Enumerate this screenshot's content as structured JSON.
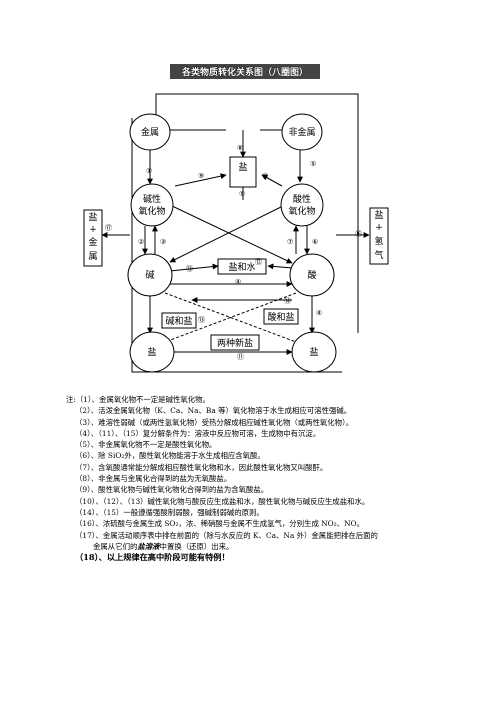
{
  "diagram": {
    "title": "各类物质转化关系图（八圈图）",
    "nodes": {
      "metal": "金属",
      "nonmetal": "非金属",
      "salt_top": "盐",
      "basic_oxide": [
        "碱性",
        "氧化物"
      ],
      "acidic_oxide": [
        "酸性",
        "氧化物"
      ],
      "base": "碱",
      "acid": "酸",
      "salt_water": "盐和水",
      "base_salt": "碱和盐",
      "acid_salt": "酸和盐",
      "two_new_salts": "两种新盐",
      "salt_left": "盐",
      "salt_right": "盐",
      "side_left": [
        "盐",
        "+",
        "金",
        "属"
      ],
      "side_right": [
        "盐",
        "+",
        "氢",
        "气"
      ]
    },
    "labels": [
      "①",
      "②",
      "③",
      "④",
      "⑤",
      "⑥",
      "⑦",
      "⑧",
      "⑨",
      "⑩",
      "⑪",
      "⑫",
      "⑬",
      "⑭",
      "⑮",
      "⑯",
      "⑰"
    ]
  },
  "notes": [
    "注:（1）、金属氧化物不一定是碱性氧化物。",
    "（2）、活泼金属氧化物（K、Ca、Na、Ba 等）氧化物溶于水生成相应可溶性强碱。",
    "（3）、难溶性弱碱（或两性氢氧化物）受热分解成相应碱性氧化物（或两性氧化物）。",
    "（4）、（11）、（15）复分解条件为：溶液中反应物可溶，生成物中有沉淀。",
    "（5）、非金属氧化物不一定是酸性氧化物。",
    "（6）、除 SiO₂外，酸性氧化物能溶于水生成相应含氧酸。",
    "（7）、含氧酸通常能分解成相应酸性氧化物和水，因此酸性氧化物又叫酸酐。",
    "（8）、非金属与金属化合得到的盐为无氧酸盐。",
    "（9）、酸性氧化物与碱性氧化物化合得到的盐为含氧酸盐。",
    "（10）、（12）、（13）碱性氧化物与酸反应生成盐和水，酸性氧化物与碱反应生成盐和水。",
    "（14）、（15）一般遵循强酸制弱酸，强碱制弱碱的原则。",
    "（16）、浓硫酸与金属生成 SO₂，浓、稀硝酸与金属不生成氢气，分别生成 NO₂、NO。",
    "（17）、金属活动顺序表中排在前面的（除与水反应的 K、Ca、Na 外）金属能把排在后面的",
    "金属从它们的",
    "盐溶液",
    "中置换（还原）出来。",
    "（18）、以上规律在高中阶段可能有特例！"
  ]
}
